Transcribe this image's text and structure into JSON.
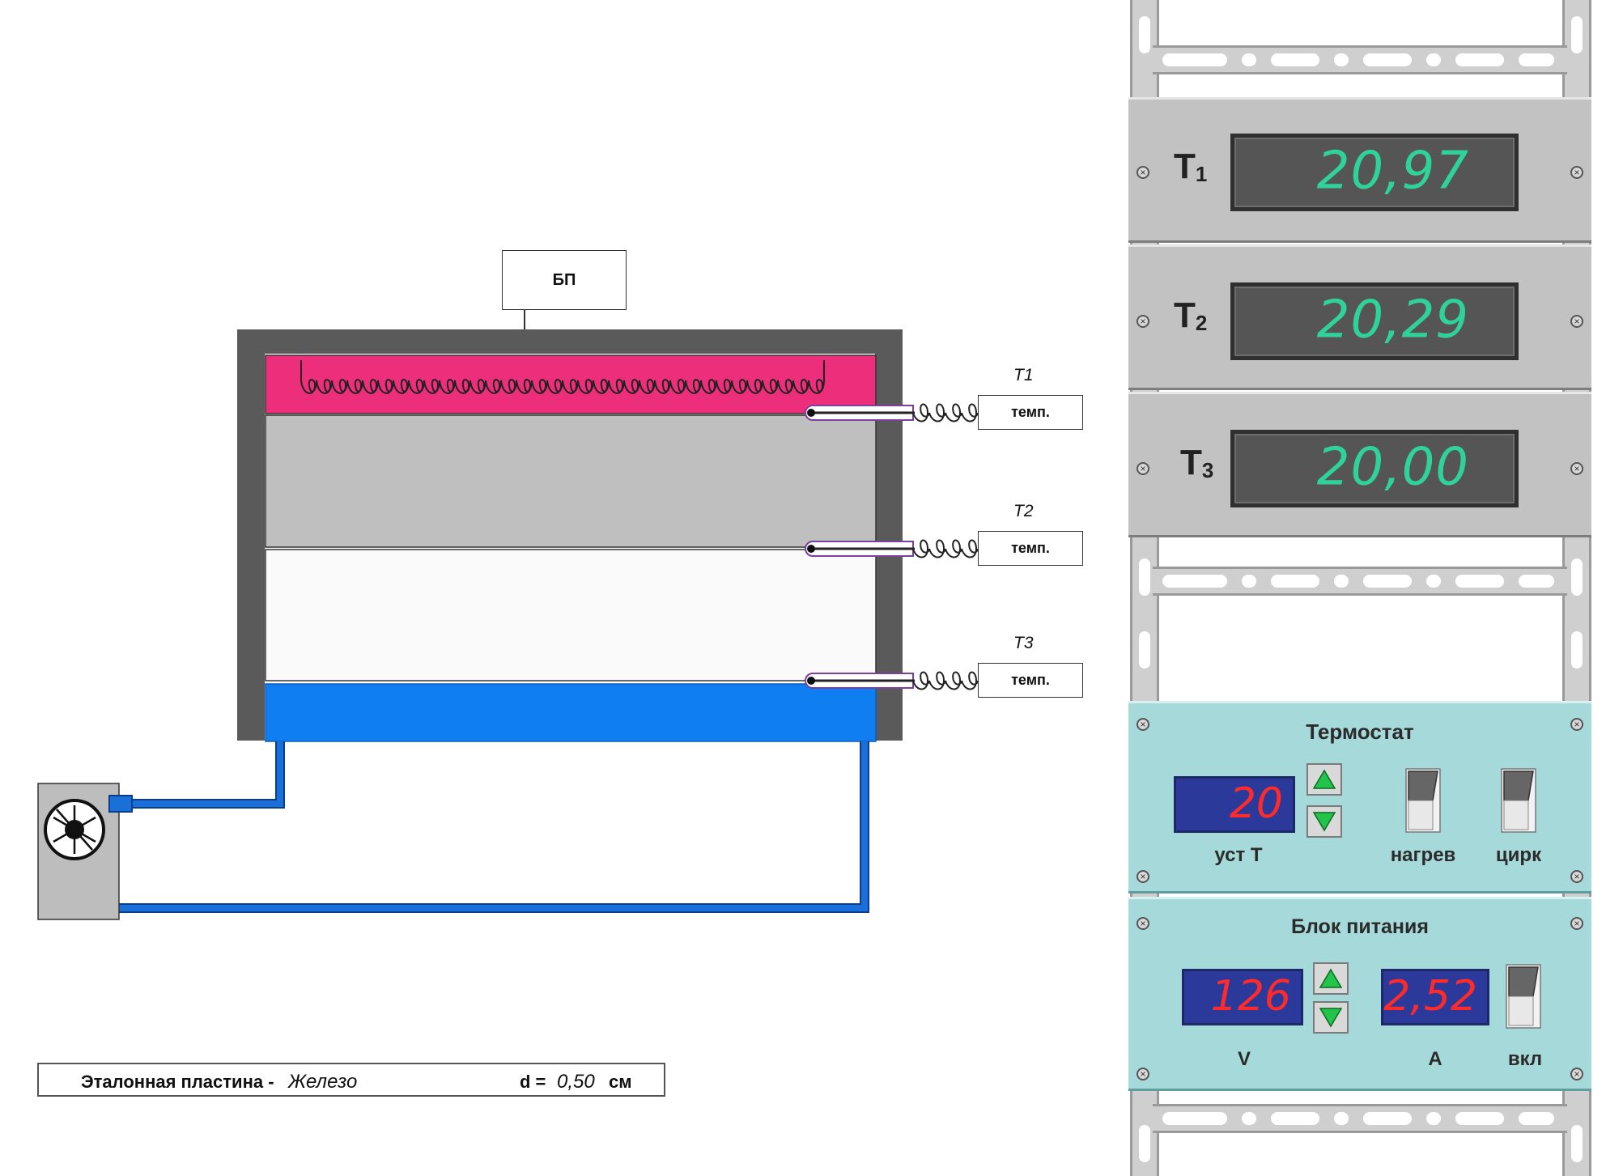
{
  "schematic": {
    "power_supply_label": "БП",
    "probes": [
      {
        "name": "T1",
        "box_label": "темп."
      },
      {
        "name": "T2",
        "box_label": "темп."
      },
      {
        "name": "T3",
        "box_label": "темп."
      }
    ],
    "colors": {
      "heater": "#ed2f7b",
      "sample": "#bfbfbf",
      "reference": "#fafafa",
      "cooler": "#0f7ef0",
      "housing": "#5a5a5a",
      "pipe": "#1a6fd9"
    }
  },
  "status": {
    "plate_label": "Эталонная пластина -",
    "plate_material": "Железо",
    "d_label": "d =",
    "d_value": "0,50",
    "d_unit": "см"
  },
  "displays": [
    {
      "label_main": "T",
      "label_sub": "1",
      "value": "20,97"
    },
    {
      "label_main": "T",
      "label_sub": "2",
      "value": "20,29"
    },
    {
      "label_main": "T",
      "label_sub": "3",
      "value": "20,00"
    }
  ],
  "thermostat": {
    "title": "Термостат",
    "set_value": "20",
    "set_label": "уст T",
    "heat_label": "нагрев",
    "circ_label": "цирк"
  },
  "power_unit": {
    "title": "Блок питания",
    "voltage_value": "126",
    "voltage_label": "V",
    "current_value": "2,52",
    "current_label": "A",
    "switch_label": "вкл"
  }
}
